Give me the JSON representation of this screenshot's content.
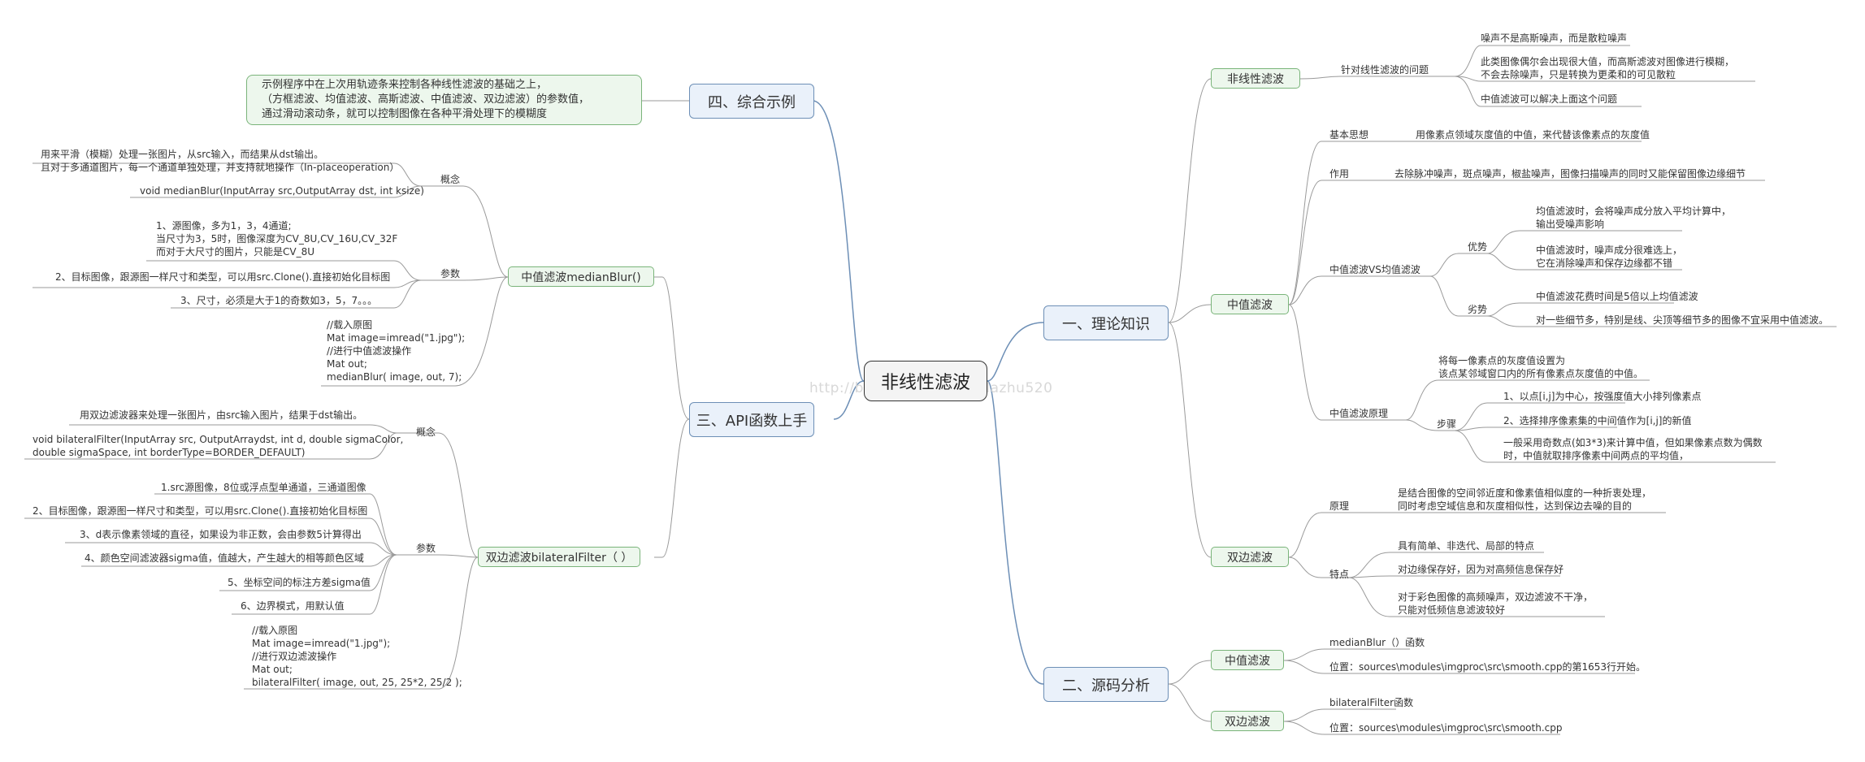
{
  "diagram": {
    "central": "非线性滤波",
    "watermark": "http://blog.csdn.net/dindazhu520",
    "branches": {
      "theory": {
        "label": "一、理论知识",
        "nonlinear": {
          "label": "非线性滤波",
          "topic": "针对线性滤波的问题",
          "points": [
            "噪声不是高斯噪声，而是散粒噪声",
            "此类图像偶尔会出现很大值，而高斯滤波对图像进行模糊，\n不会去除噪声，只是转换为更柔和的可见散粒",
            "中值滤波可以解决上面这个问题"
          ]
        },
        "median": {
          "label": "中值滤波",
          "idea_label": "基本思想",
          "idea": "用像素点领域灰度值的中值，来代替该像素点的灰度值",
          "use_label": "作用",
          "use": "去除脉冲噪声，斑点噪声，椒盐噪声，图像扫描噪声的同时又能保留图像边缘细节",
          "vs_label": "中值滤波VS均值滤波",
          "adv_label": "优势",
          "adv": [
            "均值滤波时，会将噪声成分放入平均计算中，\n输出受噪声影响",
            "中值滤波时，噪声成分很难选上，\n它在消除噪声和保存边缘都不错"
          ],
          "dis_label": "劣势",
          "dis": [
            "中值滤波花费时间是5倍以上均值滤波",
            "对一些细节多，特别是线、尖顶等细节多的图像不宜采用中值滤波。"
          ],
          "principle_label": "中值滤波原理",
          "principle": "将每一像素点的灰度值设置为\n该点某邻域窗口内的所有像素点灰度值的中值。",
          "steps_label": "步骤",
          "steps": [
            "1、以点[i,j]为中心，按强度值大小排列像素点",
            "2、选择排序像素集的中间值作为[i,j]的新值",
            "一般采用奇数点(如3*3)来计算中值，但如果像素点数为偶数\n时，中值就取排序像素中间两点的平均值，"
          ]
        },
        "bilateral": {
          "label": "双边滤波",
          "principle_label": "原理",
          "principle": "是结合图像的空间邻近度和像素值相似度的一种折衷处理，\n同时考虑空域信息和灰度相似性，达到保边去噪的目的",
          "features_label": "特点",
          "features": [
            "具有简单、非迭代、局部的特点",
            "对边缘保存好，因为对高频信息保存好",
            "对于彩色图像的高频噪声，双边滤波不干净，\n只能对低频信息滤波较好"
          ]
        }
      },
      "source": {
        "label": "二、源码分析",
        "median": {
          "label": "中值滤波",
          "items": [
            "medianBlur（）函数",
            "位置：sources\\modules\\imgproc\\src\\smooth.cpp的第1653行开始。"
          ]
        },
        "bilateral": {
          "label": "双边滤波",
          "items": [
            "bilateralFilter函数",
            "位置：sources\\modules\\imgproc\\src\\smooth.cpp"
          ]
        }
      },
      "api": {
        "label": "三、API函数上手",
        "median": {
          "label": "中值滤波medianBlur()",
          "concept_label": "概念",
          "concept_desc": "用来平滑（模糊）处理一张图片，从src输入，而结果从dst输出。\n且对于多通道图片，每一个通道单独处理，并支持就地操作（In-placeoperation）",
          "concept_sig": "void medianBlur(InputArray src,OutputArray dst, int ksize)",
          "params_label": "参数",
          "params": [
            "1、源图像，多为1，3，4通道;\n当尺寸为3，5时，图像深度为CV_8U,CV_16U,CV_32F\n而对于大尺寸的图片，只能是CV_8U",
            "2、目标图像，跟源图一样尺寸和类型，可以用src.Clone().直接初始化目标图",
            "3、尺寸，必须是大于1的奇数如3，5，7。。。"
          ],
          "code": "//载入原图\nMat image=imread(\"1.jpg\");\n//进行中值滤波操作\nMat out;\nmedianBlur( image, out, 7);"
        },
        "bilateral": {
          "label": "双边滤波bilateralFilter（ ）",
          "concept_label": "概念",
          "concept_desc": "用双边滤波器来处理一张图片，由src输入图片，结果于dst输出。",
          "concept_sig": "void bilateralFilter(InputArray src, OutputArraydst, int d, double sigmaColor,\ndouble sigmaSpace, int borderType=BORDER_DEFAULT)",
          "params_label": "参数",
          "params": [
            "1.src源图像，8位或浮点型单通道，三通道图像",
            "2、目标图像，跟源图一样尺寸和类型，可以用src.Clone().直接初始化目标图",
            "3、d表示像素领域的直径，如果设为非正数，会由参数5计算得出",
            "4、颜色空间滤波器sigma值，值越大，产生越大的相等颜色区域",
            "5、坐标空间的标注方差sigma值",
            "6、边界模式，用默认值"
          ],
          "code": "//载入原图\nMat image=imread(\"1.jpg\");\n//进行双边滤波操作\nMat out;\nbilateralFilter( image, out, 25, 25*2, 25/2 );"
        }
      },
      "example": {
        "label": "四、综合示例",
        "note": "示例程序中在上次用轨迹条来控制各种线性滤波的基础之上，\n（方框滤波、均值滤波、高斯滤波、中值滤波、双边滤波）的参数值，\n通过滑动滚动条，就可以控制图像在各种平滑处理下的模糊度"
      }
    }
  },
  "colors": {
    "main_border": "#6d8fb6",
    "main_fill": "#eaf1fa",
    "sub_border": "#7ab47a",
    "sub_fill": "#edf7ed",
    "line_main": "#6d8fb6",
    "line_sub": "#9a9a9a"
  }
}
